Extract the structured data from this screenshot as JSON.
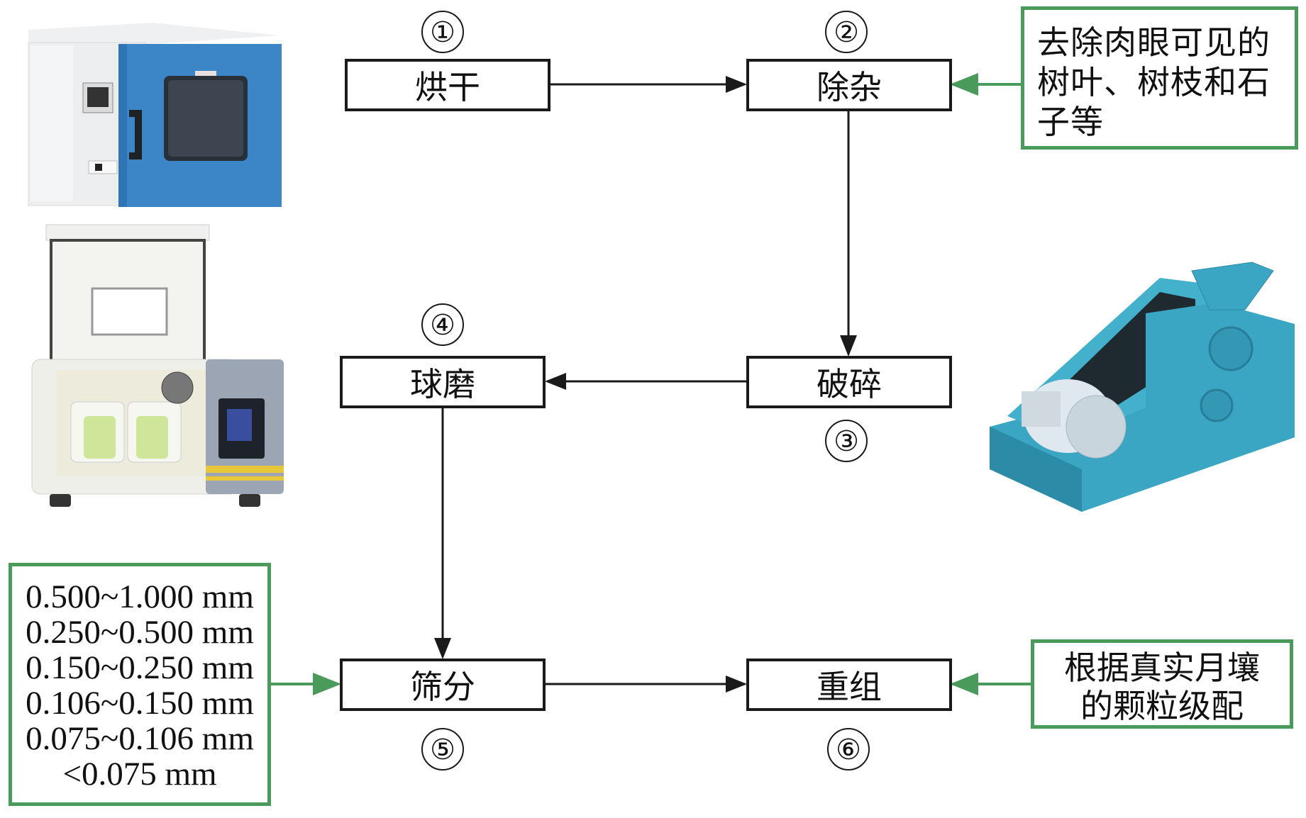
{
  "steps": [
    {
      "num": "①",
      "label": "烘干"
    },
    {
      "num": "②",
      "label": "除杂"
    },
    {
      "num": "③",
      "label": "破碎"
    },
    {
      "num": "④",
      "label": "球磨"
    },
    {
      "num": "⑤",
      "label": "筛分"
    },
    {
      "num": "⑥",
      "label": "重组"
    }
  ],
  "notes": {
    "impurity_removal": "去除肉眼可见的树叶、树枝和石子等",
    "sieve_fractions": [
      "0.500~1.000 mm",
      "0.250~0.500 mm",
      "0.150~0.250 mm",
      "0.106~0.150 mm",
      "0.075~0.106 mm",
      "<0.075 mm"
    ],
    "recombination": "根据真实月壤的颗粒级配"
  },
  "images": {
    "drying_oven": "drying-oven",
    "ball_mill": "planetary-ball-mill",
    "crusher": "jaw-crusher"
  },
  "colors": {
    "note_border": "#4a9a5c",
    "box_border": "#1a1a1a",
    "oven_door": "#3c86c8",
    "crusher_body": "#3aa6c4"
  }
}
